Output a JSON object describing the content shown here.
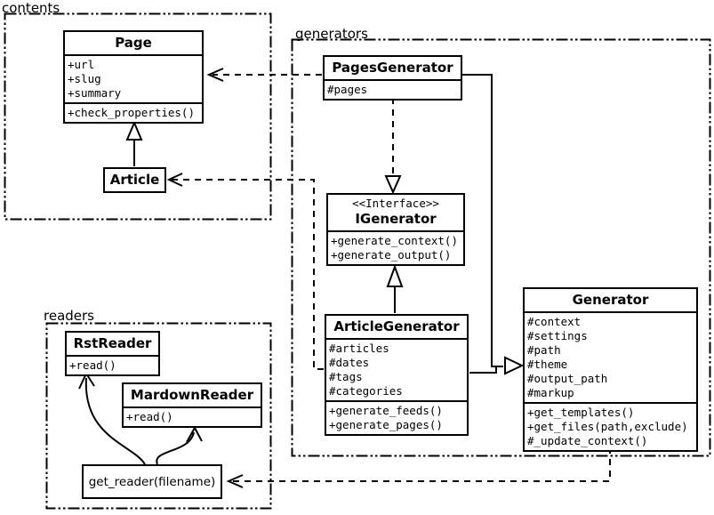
{
  "packages": {
    "contents": {
      "label": "contents"
    },
    "generators": {
      "label": "generators"
    },
    "readers": {
      "label": "readers"
    }
  },
  "classes": {
    "page": {
      "name": "Page",
      "attributes": [
        "+url",
        "+slug",
        "+summary"
      ],
      "methods": [
        "+check_properties()"
      ]
    },
    "article": {
      "name": "Article"
    },
    "pagesGenerator": {
      "name": "PagesGenerator",
      "attributes": [
        "#pages"
      ]
    },
    "igenerator": {
      "stereotype": "<<Interface>>",
      "name": "IGenerator",
      "methods": [
        "+generate_context()",
        "+generate_output()"
      ]
    },
    "articleGenerator": {
      "name": "ArticleGenerator",
      "attributes": [
        "#articles",
        "#dates",
        "#tags",
        "#categories"
      ],
      "methods": [
        "+generate_feeds()",
        "+generate_pages()"
      ]
    },
    "generator": {
      "name": "Generator",
      "attributes": [
        "#context",
        "#settings",
        "#path",
        "#theme",
        "#output_path",
        "#markup"
      ],
      "methods": [
        "+get_templates()",
        "+get_files(path,exclude)",
        "#_update_context()"
      ]
    },
    "rstReader": {
      "name": "RstReader",
      "methods": [
        "+read()"
      ]
    },
    "mardownReader": {
      "name": "MardownReader",
      "methods": [
        "+read()"
      ]
    },
    "getReader": {
      "label": "get_reader(filename)"
    }
  },
  "relationships": [
    {
      "from": "Article",
      "to": "Page",
      "type": "inheritance"
    },
    {
      "from": "PagesGenerator",
      "to": "Page",
      "type": "dependency"
    },
    {
      "from": "ArticleGenerator",
      "to": "Article",
      "type": "dependency"
    },
    {
      "from": "PagesGenerator",
      "to": "IGenerator",
      "type": "realization"
    },
    {
      "from": "ArticleGenerator",
      "to": "IGenerator",
      "type": "inheritance"
    },
    {
      "from": "PagesGenerator",
      "to": "Generator",
      "type": "inheritance"
    },
    {
      "from": "ArticleGenerator",
      "to": "Generator",
      "type": "inheritance"
    },
    {
      "from": "Generator",
      "to": "get_reader(filename)",
      "type": "dependency"
    },
    {
      "from": "get_reader(filename)",
      "to": "RstReader",
      "type": "association"
    },
    {
      "from": "get_reader(filename)",
      "to": "MardownReader",
      "type": "association"
    }
  ],
  "colors": {
    "line": "#000000",
    "background": "#ffffff"
  }
}
